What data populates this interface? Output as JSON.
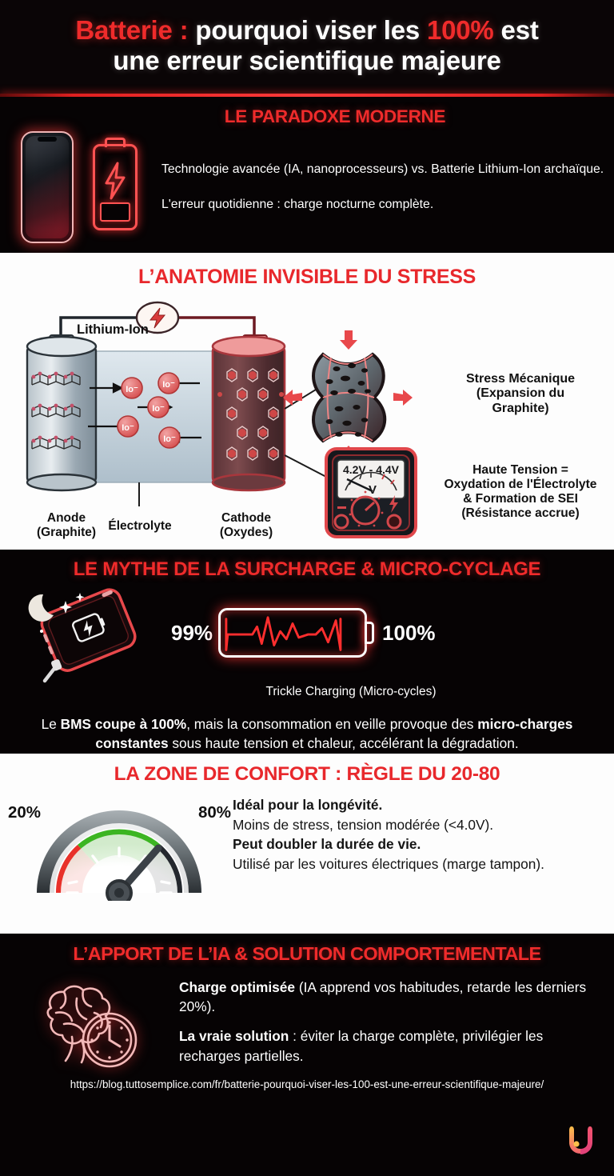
{
  "colors": {
    "accent_red": "#ef2b2b",
    "dark_bg": "#060304",
    "light_bg": "#fdfdfd",
    "text_light": "#ffffff",
    "text_dark": "#141414"
  },
  "title": {
    "line1_red": "Batterie :",
    "line1_white_a": " pourquoi viser les ",
    "line1_red_b": "100%",
    "line1_white_b": " est",
    "line2": "une erreur scientifique majeure"
  },
  "section1": {
    "heading": "LE PARADOXE MODERNE",
    "paragraph1": "Technologie avancée (IA, nanoprocesseurs) vs. Batterie Lithium-Ion archaïque.",
    "paragraph2": "L'erreur quotidienne : charge nocturne complète.",
    "icons": {
      "phone": "smartphone-icon",
      "battery": "neon-battery-icon"
    }
  },
  "section2": {
    "heading": "L’ANATOMIE INVISIBLE DU STRESS",
    "diagram_label_top": "Lithium-Ion",
    "labels": {
      "anode_l1": "Anode",
      "anode_l2": "(Graphite)",
      "electrolyte": "Électrolyte",
      "cathode_l1": "Cathode",
      "cathode_l2": "(Oxydes)",
      "ion": "Io⁻"
    },
    "callout_stress_l1": "Stress Mécanique",
    "callout_stress_l2": "(Expansion du",
    "callout_stress_l3": "Graphite)",
    "voltmeter_reading": "4.2V - 4.4V",
    "voltmeter_unit": "V",
    "callout_tension_l1": "Haute Tension =",
    "callout_tension_l2": "Oxydation de l'Électrolyte",
    "callout_tension_l3": "& Formation de SEI",
    "callout_tension_l4": "(Résistance accrue)"
  },
  "section3": {
    "heading": "LE MYTHE DE LA SURCHARGE & MICRO-CYCLAGE",
    "pct_left": "99%",
    "pct_right": "100%",
    "caption": "Trickle Charging (Micro-cycles)",
    "paragraph_parts": [
      {
        "text": "Le ",
        "bold": false
      },
      {
        "text": "BMS coupe à 100%",
        "bold": true
      },
      {
        "text": ", mais la consommation en veille provoque des ",
        "bold": false
      },
      {
        "text": "micro-charges constantes",
        "bold": true
      },
      {
        "text": " sous haute tension et chaleur, accélérant la dégradation.",
        "bold": false
      }
    ]
  },
  "section4": {
    "heading": "LA ZONE DE CONFORT : RÈGLE DU 20-80",
    "gauge_left_label": "20%",
    "gauge_right_label": "80%",
    "bullets": [
      {
        "text": "Idéal pour la longévité.",
        "bold": true
      },
      {
        "text": "Moins de stress, tension modérée (<4.0V).",
        "bold": false
      },
      {
        "text": "Peut doubler la durée de vie.",
        "bold": true
      },
      {
        "text": "Utilisé par les voitures électriques (marge tampon).",
        "bold": false
      }
    ]
  },
  "section5": {
    "heading": "L’APPORT DE L’IA & SOLUTION COMPORTEMENTALE",
    "bullet1_bold": "Charge optimisée",
    "bullet1_rest": " (IA apprend vos habitudes, retarde les derniers 20%).",
    "bullet2_bold": "La vraie solution",
    "bullet2_rest": " : éviter la charge complète, privilégier les recharges partielles.",
    "icon": "brain-clock-icon"
  },
  "footer": {
    "url": "https://blog.tuttosemplice.com/fr/batterie-pourquoi-viser-les-100-est-une-erreur-scientifique-majeure/",
    "logo": "tuttosemplice-logo"
  }
}
